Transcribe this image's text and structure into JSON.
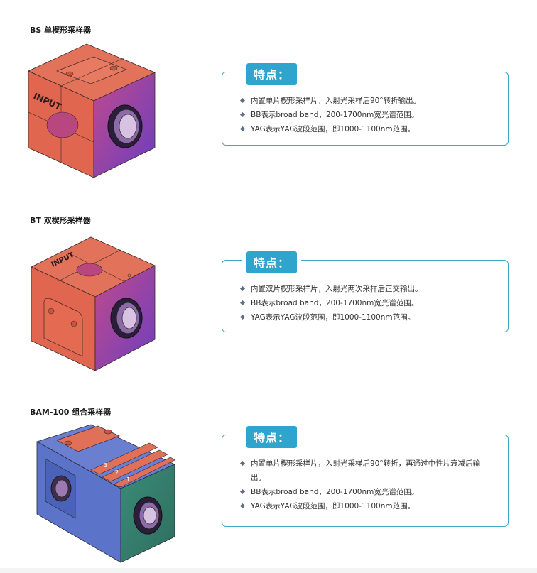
{
  "sections": [
    {
      "title": "BS 单楔形采样器",
      "image_label": "INPUT",
      "badge": "特点：",
      "features": [
        "内置单片楔形采样片，入射光采样后90°转折输出。",
        "BB表示broad band，200-1700nm宽光谱范围。",
        "YAG表示YAG波段范围，即1000-1100nm范围。"
      ]
    },
    {
      "title": "BT 双楔形采样器",
      "image_label": "INPUT",
      "badge": "特点：",
      "features": [
        "内置双片楔形采样片，入射光两次采样后正交输出。",
        "BB表示broad band，200-1700nm宽光谱范围。",
        "YAG表示YAG波段范围，即1000-1100nm范围。"
      ]
    },
    {
      "title": "BAM-100 组合采样器",
      "badge": "特点：",
      "features": [
        "内置单片楔形采样片，入射光采样后90°转折，再通过中性片衰减后输出。",
        "BB表示broad band，200-1700nm宽光谱范围。",
        "YAG表示YAG波段范围，即1000-1100nm范围。"
      ],
      "scale_marks": [
        "3",
        "2",
        "1"
      ]
    }
  ],
  "colors": {
    "accent": "#2fa4cc",
    "box_border": "#3aa9c9",
    "orange_block": "#e0664f",
    "purple_face": "#7a3fb0",
    "blue_block": "#5b74c9"
  }
}
